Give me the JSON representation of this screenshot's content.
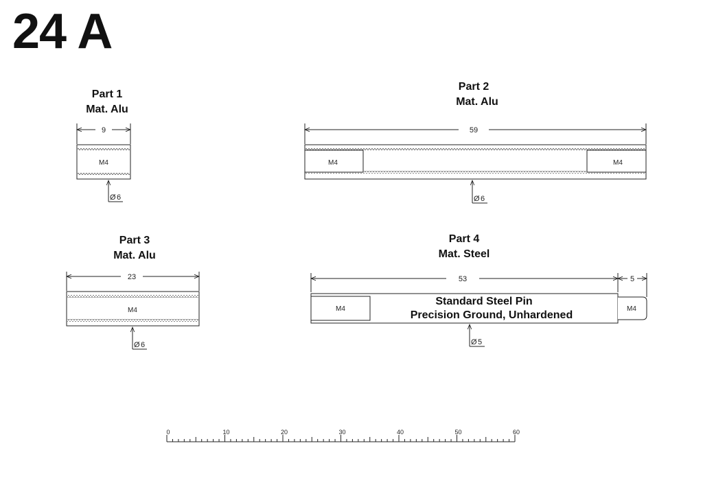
{
  "title": "24 A",
  "parts": [
    {
      "name": "Part 1",
      "material": "Mat. Alu",
      "length": "9",
      "thread": "M4",
      "diameter": "6"
    },
    {
      "name": "Part 2",
      "material": "Mat. Alu",
      "length": "59",
      "thread_left": "M4",
      "thread_right": "M4",
      "diameter": "6"
    },
    {
      "name": "Part 3",
      "material": "Mat. Alu",
      "length": "23",
      "thread": "M4",
      "diameter": "6"
    },
    {
      "name": "Part 4",
      "material": "Mat. Steel",
      "length": "53",
      "extension_length": "5",
      "thread_left": "M4",
      "thread_right": "M4",
      "diameter": "5",
      "note_line1": "Standard Steel Pin",
      "note_line2": "Precision Ground, Unhardened"
    }
  ],
  "diameter_symbol": "Ø",
  "scale": {
    "min": 0,
    "max": 60,
    "labels": [
      "0",
      "10",
      "20",
      "30",
      "40",
      "50",
      "60"
    ]
  }
}
